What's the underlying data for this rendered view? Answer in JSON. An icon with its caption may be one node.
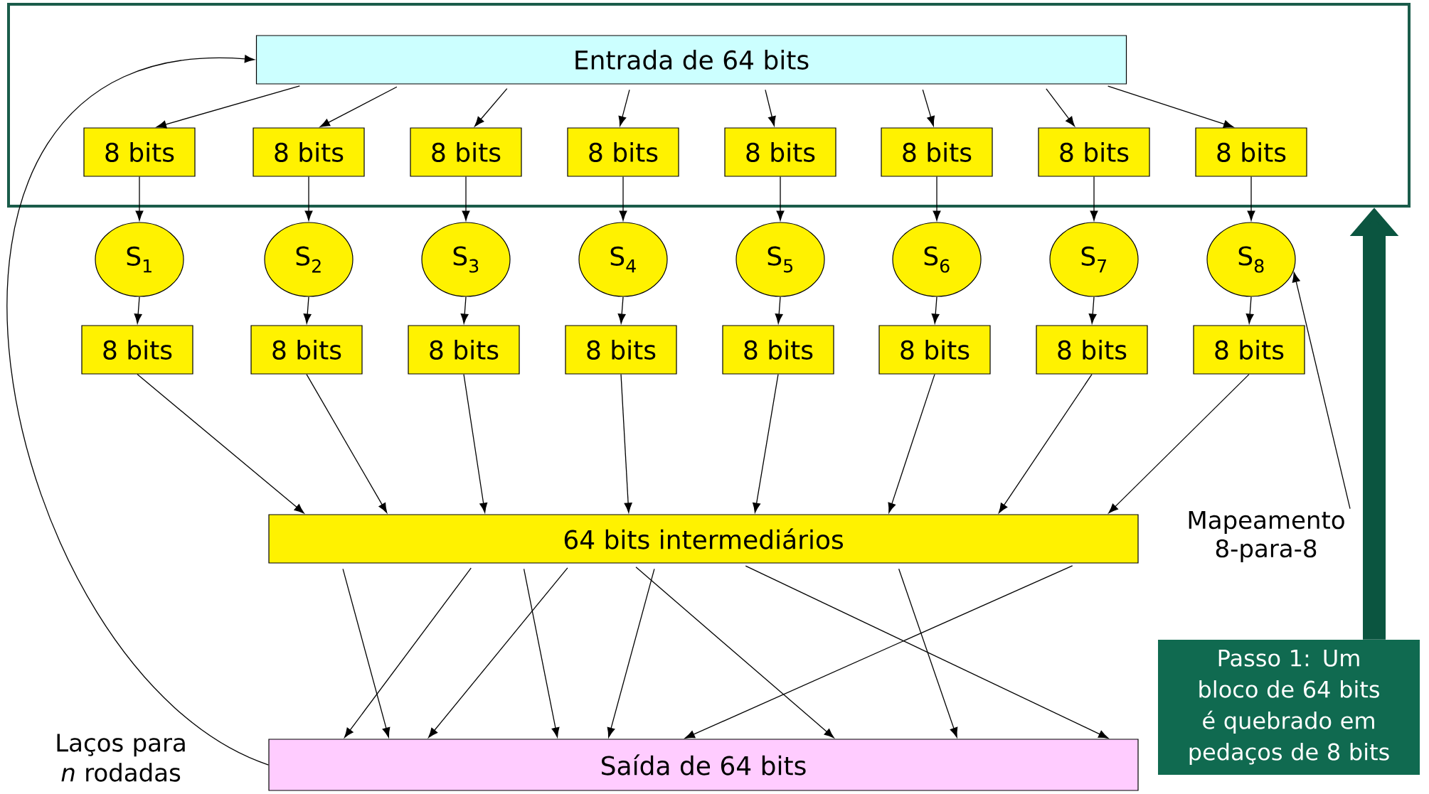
{
  "diagram": {
    "nodes": [
      {
        "text": [],
        "shape": "box"
      },
      {
        "text": [
          "Entrada de 64 bits"
        ],
        "in": 0
      },
      {
        "text": [
          "8 bits"
        ],
        "in": 0
      },
      {
        "text": [
          "8 bits"
        ],
        "in": 0
      },
      {
        "text": [
          "8 bits"
        ],
        "in": 0
      },
      {
        "text": [
          "8 bits"
        ],
        "in": 0
      },
      {
        "text": [
          "8 bits"
        ],
        "in": 0
      },
      {
        "text": [
          "8 bits"
        ],
        "in": 0
      },
      {
        "text": [
          "8 bits"
        ],
        "in": 0
      },
      {
        "text": [
          "8 bits"
        ],
        "in": 0
      },
      {
        "text": [
          "S$_{1}$"
        ]
      },
      {
        "text": [
          "S$_{2}$"
        ]
      },
      {
        "text": [
          "S$_{3}$"
        ]
      },
      {
        "text": [
          "S$_{4}$"
        ]
      },
      {
        "text": [
          "S$_{5}$"
        ]
      },
      {
        "text": [
          "S$_{6}$"
        ]
      },
      {
        "text": [
          "S$_{7}$"
        ]
      },
      {
        "text": [
          "S$_{8}$"
        ]
      },
      {
        "text": [
          "8 bits"
        ]
      },
      {
        "text": [
          "8 bits"
        ]
      },
      {
        "text": [
          "8 bits"
        ]
      },
      {
        "text": [
          "8 bits"
        ]
      },
      {
        "text": [
          "8 bits"
        ]
      },
      {
        "text": [
          "8 bits"
        ]
      },
      {
        "text": [
          "8 bits"
        ]
      },
      {
        "text": [
          "8 bits"
        ]
      },
      {
        "text": [
          "64 bits intermediários"
        ]
      },
      {
        "text": [
          "Saída de 64 bits"
        ]
      },
      {
        "text": [
          "Passo 1: Um bloco de 64 bits é quebrado em pedaços de 8 bits"
        ]
      },
      {
        "text": [
          "Mapeamento 8-para-8"
        ]
      }
    ],
    "edges": [
      {
        "from": 1,
        "to": 2,
        "arrow": "to"
      },
      {
        "from": 1,
        "to": 3,
        "arrow": "to"
      },
      {
        "from": 1,
        "to": 4,
        "arrow": "to"
      },
      {
        "from": 1,
        "to": 5,
        "arrow": "to"
      },
      {
        "from": 1,
        "to": 6,
        "arrow": "to"
      },
      {
        "from": 1,
        "to": 7,
        "arrow": "to"
      },
      {
        "from": 1,
        "to": 8,
        "arrow": "to"
      },
      {
        "from": 1,
        "to": 9,
        "arrow": "to"
      },
      {
        "from": 2,
        "to": 10,
        "arrow": "to"
      },
      {
        "from": 3,
        "to": 11,
        "arrow": "to"
      },
      {
        "from": 4,
        "to": 12,
        "arrow": "to"
      },
      {
        "from": 5,
        "to": 13,
        "arrow": "to"
      },
      {
        "from": 6,
        "to": 14,
        "arrow": "to"
      },
      {
        "from": 7,
        "to": 15,
        "arrow": "to"
      },
      {
        "from": 8,
        "to": 16,
        "arrow": "to"
      },
      {
        "from": 9,
        "to": 17,
        "arrow": "to"
      },
      {
        "from": 10,
        "to": 18,
        "arrow": "to"
      },
      {
        "from": 11,
        "to": 19,
        "arrow": "to"
      },
      {
        "from": 12,
        "to": 20,
        "arrow": "to"
      },
      {
        "from": 13,
        "to": 21,
        "arrow": "to"
      },
      {
        "from": 14,
        "to": 22,
        "arrow": "to"
      },
      {
        "from": 15,
        "to": 23,
        "arrow": "to"
      },
      {
        "from": 16,
        "to": 24,
        "arrow": "to"
      },
      {
        "from": 17,
        "to": 25,
        "arrow": "to"
      },
      {
        "from": 18,
        "to": 26,
        "arrow": "to"
      },
      {
        "from": 19,
        "to": 26,
        "arrow": "to"
      },
      {
        "from": 20,
        "to": 26,
        "arrow": "to"
      },
      {
        "from": 21,
        "to": 26,
        "arrow": "to"
      },
      {
        "from": 22,
        "to": 26,
        "arrow": "to"
      },
      {
        "from": 23,
        "to": 26,
        "arrow": "to"
      },
      {
        "from": 24,
        "to": 26,
        "arrow": "to"
      },
      {
        "from": 25,
        "to": 26,
        "arrow": "to"
      },
      {
        "from": 26,
        "to": 27,
        "arrow": "to"
      },
      {
        "from": 26,
        "to": 27,
        "arrow": "to"
      },
      {
        "from": 26,
        "to": 27,
        "arrow": "to"
      },
      {
        "from": 26,
        "to": 27,
        "arrow": "to"
      },
      {
        "from": 26,
        "to": 27,
        "arrow": "to"
      },
      {
        "from": 26,
        "to": 27,
        "arrow": "to"
      },
      {
        "from": 26,
        "to": 27,
        "arrow": "to"
      },
      {
        "from": 26,
        "to": 27,
        "arrow": "to"
      },
      {
        "from": 26,
        "to": 27,
        "arrow": "to"
      },
      {
        "from": 27,
        "to": 1,
        "arrow": "to"
      },
      {
        "from": 28,
        "to": 0,
        "arrow": "to",
        "style": "thick",
        "color": "#0b5540"
      },
      {
        "from": 29,
        "to": 17,
        "arrow": "to"
      }
    ],
    "labels": [
      "Laços para *n* rodadas"
    ]
  }
}
